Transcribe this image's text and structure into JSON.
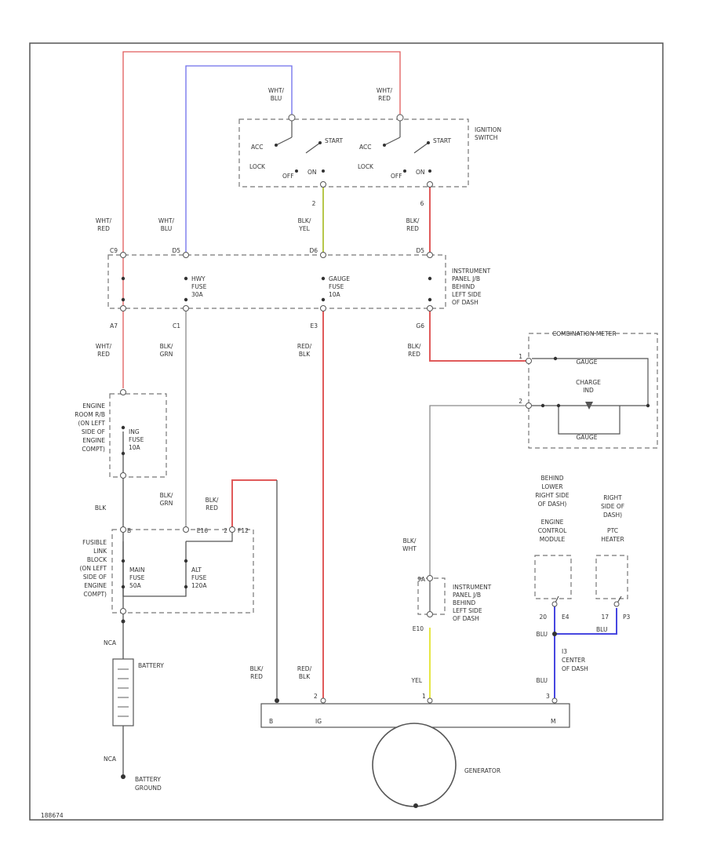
{
  "diagram_id": "188674",
  "colors": {
    "red": "#e05a5a",
    "blue": "#6d6dea",
    "yellow_green": "#b7c74a",
    "yellow": "#e6e645",
    "blue_strong": "#4747e0",
    "gray": "#8a8a8a",
    "dark": "#444444"
  },
  "ignition_switch": {
    "label_l1": "IGNITION",
    "label_l2": "SWITCH",
    "left_input": [
      "WHT/",
      "BLU"
    ],
    "right_input": [
      "WHT/",
      "RED"
    ],
    "acc": "ACC",
    "start": "START",
    "lock": "LOCK",
    "off": "OFF",
    "on": "ON",
    "pin_left": "2",
    "pin_right": "6"
  },
  "wires_top": {
    "col1": [
      "WHT/",
      "RED"
    ],
    "col2": [
      "WHT/",
      "BLU"
    ],
    "col3": [
      "BLK/",
      "YEL"
    ],
    "col4": [
      "BLK/",
      "RED"
    ]
  },
  "junction_box": {
    "label": [
      "INSTRUMENT",
      "PANEL J/B",
      "BEHIND",
      "LEFT SIDE",
      "OF DASH"
    ],
    "pins_top": [
      "C9",
      "D5",
      "D6",
      "D5"
    ],
    "fuse_hwy": [
      "HWY",
      "FUSE",
      "30A"
    ],
    "fuse_gauge": [
      "GAUGE",
      "FUSE",
      "10A"
    ],
    "pins_bottom": [
      "A7",
      "C1",
      "E3",
      "G6"
    ]
  },
  "wires_mid": {
    "col1": [
      "WHT/",
      "RED"
    ],
    "col2": [
      "BLK/",
      "GRN"
    ],
    "col3": [
      "RED/",
      "BLK"
    ],
    "col4": [
      "BLK/",
      "RED"
    ]
  },
  "engine_room_box": {
    "label": [
      "ENGINE",
      "ROOM R/B",
      "(ON LEFT",
      "SIDE OF",
      "ENGINE",
      "COMPT)"
    ],
    "fuse": [
      "ING",
      "FUSE",
      "10A"
    ]
  },
  "combination_meter": {
    "title": "COMBINATION METER",
    "gauge": "GAUGE",
    "charge_ind": [
      "CHARGE",
      "IND"
    ],
    "pin_a": "1",
    "pin_b": "2"
  },
  "fusible_link": {
    "label": [
      "FUSIBLE",
      "LINK",
      "BLOCK",
      "(ON LEFT",
      "SIDE OF",
      "ENGINE",
      "COMPT)"
    ],
    "pin_b1": "B",
    "pin_e16": "E16",
    "pin_2": "2",
    "pin_f12": "F12",
    "fuse_main": [
      "MAIN",
      "FUSE",
      "50A"
    ],
    "fuse_alt": [
      "ALT",
      "FUSE",
      "120A"
    ]
  },
  "wires_low": {
    "blk": "BLK",
    "blkgrn": [
      "BLK/",
      "GRN"
    ],
    "blkred": [
      "BLK/",
      "RED"
    ]
  },
  "junction_box2": {
    "label": [
      "INSTRUMENT",
      "PANEL J/B",
      "BEHIND",
      "LEFT SIDE",
      "OF DASH"
    ],
    "pin_top": "9A",
    "pin_bottom": "E10",
    "wire_top": [
      "BLK/",
      "WHT"
    ]
  },
  "ecm": {
    "label": [
      "BEHIND",
      "LOWER",
      "RIGHT SIDE",
      "OF DASH)",
      "ENGINE",
      "CONTROL",
      "MODULE"
    ],
    "pin": "20",
    "pin2": "E4"
  },
  "ptc": {
    "label": [
      "RIGHT",
      "SIDE OF",
      "DASH)",
      "PTC",
      "HEATER"
    ],
    "pin": "17",
    "pin2": "P3"
  },
  "bottom": {
    "blu_left": "BLU",
    "blu_right": "BLU",
    "splice": [
      "I3",
      "CENTER",
      "OF DASH"
    ],
    "blu_down": "BLU",
    "yel": "YEL",
    "blkred": [
      "BLK/",
      "RED"
    ],
    "redblk": [
      "RED/",
      "BLK"
    ],
    "pin_b": "B",
    "pin_ig": "IG",
    "pin_m": "M",
    "pin_2": "2",
    "pin_1": "1",
    "pin_3": "3",
    "generator": "GENERATOR"
  },
  "battery": {
    "nca_top": "NCA",
    "label": "BATTERY",
    "nca_bottom": "NCA",
    "ground": [
      "BATTERY",
      "GROUND"
    ]
  }
}
